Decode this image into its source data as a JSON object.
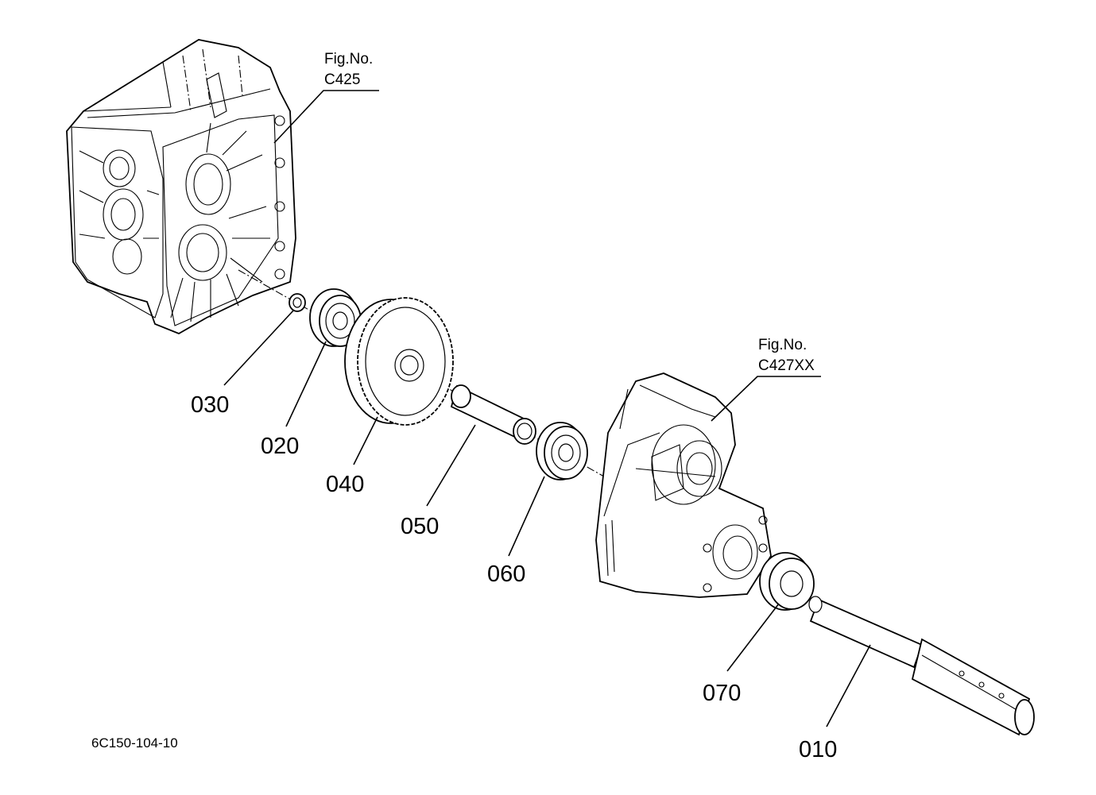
{
  "figure_refs": [
    {
      "line1": "Fig.No.",
      "line2": "C425"
    },
    {
      "line1": "Fig.No.",
      "line2": "C427XX"
    }
  ],
  "callouts": [
    "030",
    "020",
    "040",
    "050",
    "060",
    "070",
    "010"
  ],
  "drawing_code": "6C150-104-10"
}
